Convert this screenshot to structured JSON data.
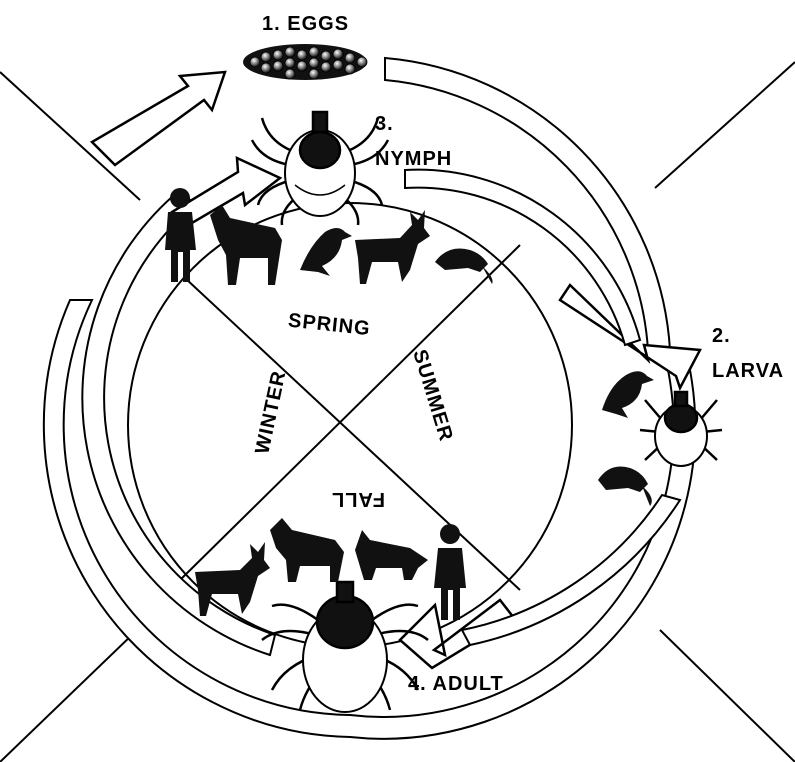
{
  "stages": {
    "eggs": "1. EGGS",
    "larva_num": "2.",
    "larva_word": "LARVA",
    "nymph_num": "3.",
    "nymph_word": "NYMPH",
    "adult": "4. ADULT"
  },
  "seasons": {
    "spring": "SPRING",
    "summer": "SUMMER",
    "fall": "FALL",
    "winter": "WINTER"
  },
  "colors": {
    "ink": "#000000",
    "paper": "#ffffff"
  },
  "icons": {
    "eggs": "egg-cluster-icon",
    "nymph": "nymph-tick-icon",
    "larva": "larva-tick-icon",
    "adult": "adult-tick-icon",
    "hosts": [
      "human-icon",
      "horse-icon",
      "bird-icon",
      "deer-icon",
      "mouse-icon",
      "dog-icon"
    ]
  }
}
